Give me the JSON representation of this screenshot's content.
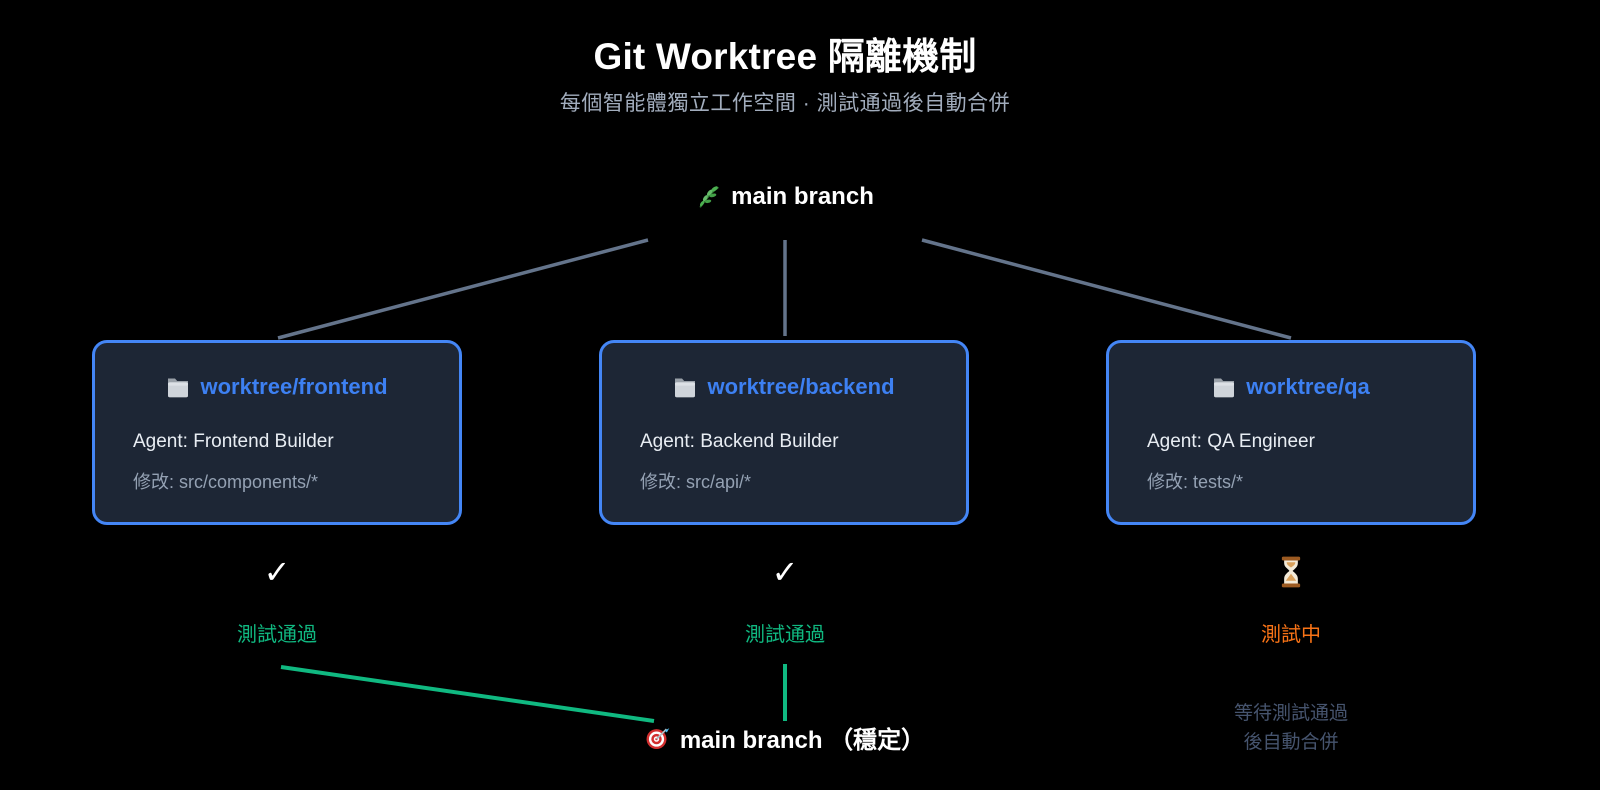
{
  "page": {
    "title": "Git Worktree 隔離機制",
    "subtitle": "每個智能體獨立工作空間 · 測試通過後自動合併"
  },
  "top_node": {
    "icon": "herb-icon",
    "label": "main branch"
  },
  "worktrees": [
    {
      "name": "worktree/frontend",
      "icon": "folder-icon",
      "agent": "Agent: Frontend Builder",
      "modifies": "修改: src/components/*",
      "status_icon": "check-icon",
      "status_label": "測試通過",
      "status_color": "#10b981"
    },
    {
      "name": "worktree/backend",
      "icon": "folder-icon",
      "agent": "Agent: Backend Builder",
      "modifies": "修改: src/api/*",
      "status_icon": "check-icon",
      "status_label": "測試通過",
      "status_color": "#10b981"
    },
    {
      "name": "worktree/qa",
      "icon": "folder-icon",
      "agent": "Agent: QA Engineer",
      "modifies": "修改: tests/*",
      "status_icon": "hourglass-icon",
      "status_label": "測試中",
      "status_color": "#f97316"
    }
  ],
  "bottom_node": {
    "icon": "target-icon",
    "label": "main branch （穩定）"
  },
  "waiting_note": {
    "line1": "等待測試通過",
    "line2": "後自動合併"
  },
  "icons": {
    "check_glyph": "✓"
  },
  "colors": {
    "background": "#000000",
    "card_background": "#1d2635",
    "card_border": "#4486f6",
    "worktree_name": "#3d80f2",
    "agent_text": "#e8edf3",
    "modifies_text": "#94a1b3",
    "subtitle_text": "#a2adbd",
    "branch_line": "#64748b",
    "merge_line": "#10b981",
    "pass_green": "#10b981",
    "testing_orange": "#f97316",
    "waiting_note_text": "#46546e"
  }
}
